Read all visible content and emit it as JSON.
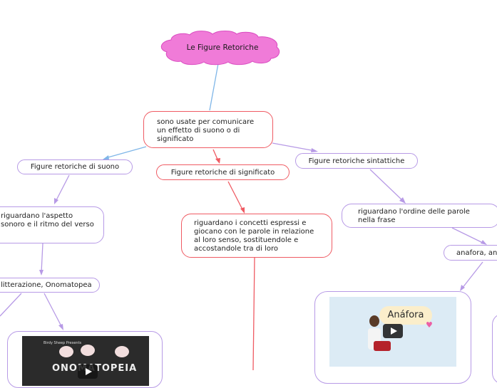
{
  "root": {
    "label": "Le Figure Retoriche"
  },
  "center": {
    "lines": [
      "sono usate per comunicare",
      "un effetto di suono o di",
      "significato"
    ]
  },
  "branch_sound": {
    "label": "Figure retoriche di suono",
    "desc": [
      "riguardano l'aspetto",
      "sonoro e il ritmo del verso"
    ],
    "examples": "litterazione, Onomatopea",
    "video_caption": "ONOMATOPEIA",
    "video_header": "Birdy Sheep Presents"
  },
  "branch_meaning": {
    "label": "Figure retoriche di significato",
    "desc": [
      "riguardano i concetti espressi e",
      "giocano  con le parole in relazione",
      "al loro senso, sostituendole e",
      "accostandole tra di loro"
    ]
  },
  "branch_syntax": {
    "label": "Figure retoriche sintattiche",
    "desc": [
      "riguardano l'ordine delle parole",
      "nella frase"
    ],
    "examples": "anafora, an",
    "video_title": "Anáfora"
  },
  "colors": {
    "root_fill": "#f07bd8",
    "edge_blue": "#7fb6e8",
    "edge_purple": "#b79ae6",
    "edge_red": "#ef5b63",
    "node_red": "#ef5b63",
    "node_purple": "#b79ae6"
  }
}
